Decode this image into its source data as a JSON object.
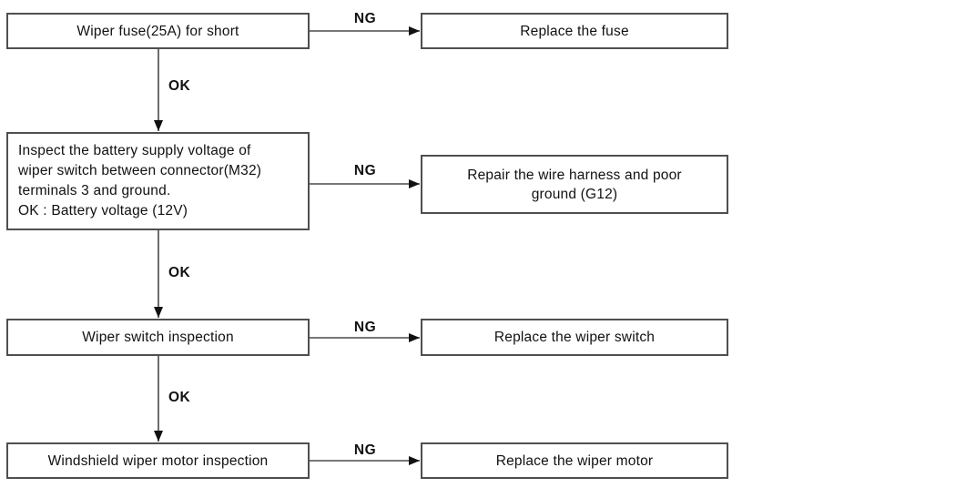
{
  "flow": {
    "type": "troubleshooting-flowchart",
    "steps": [
      {
        "check": "Wiper fuse(25A) for short",
        "ng": "NG",
        "ng_action": "Replace the fuse",
        "ok": "OK"
      },
      {
        "check": "Inspect the battery supply voltage of\nwiper switch between connector(M32)\nterminals 3 and ground.\nOK : Battery voltage (12V)",
        "ng": "NG",
        "ng_action": "Repair the wire harness and poor\nground (G12)",
        "ok": "OK"
      },
      {
        "check": "Wiper switch inspection",
        "ng": "NG",
        "ng_action": "Replace the wiper switch",
        "ok": "OK"
      },
      {
        "check": "Windshield wiper motor inspection",
        "ng": "NG",
        "ng_action": "Replace the wiper motor"
      }
    ],
    "colors": {
      "background": "#ffffff",
      "box_border": "#4f4f4f",
      "connector_line": "#4a4a4a",
      "arrowhead": "#111111",
      "text": "#111111"
    }
  }
}
